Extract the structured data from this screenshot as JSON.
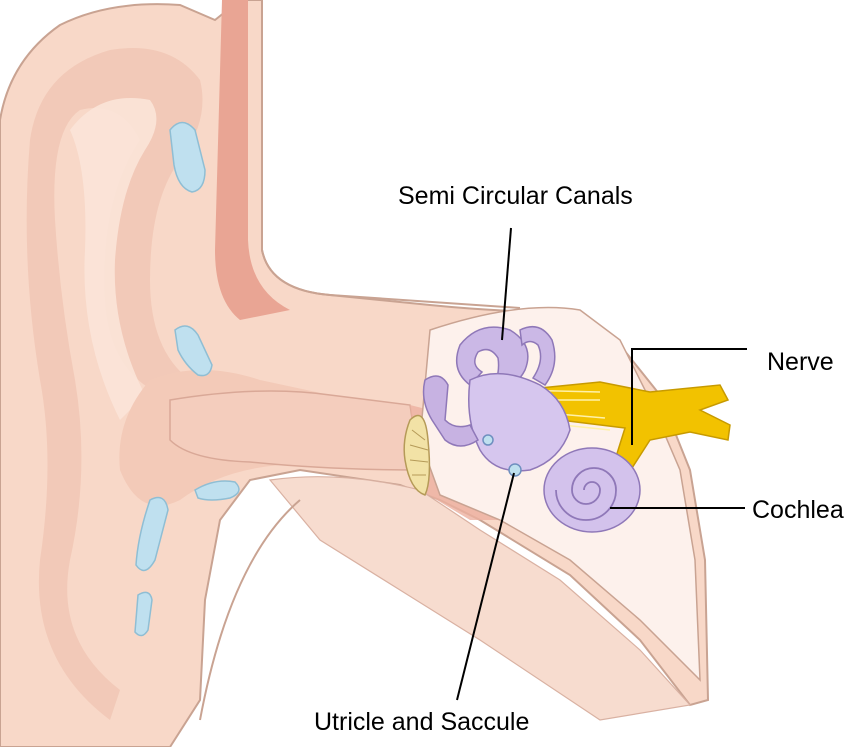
{
  "diagram": {
    "labels": {
      "semi_circular_canals": "Semi Circular Canals",
      "nerve": "Nerve",
      "cochlea": "Cochlea",
      "utricle_and_saccule": "Utricle and Saccule"
    },
    "colors": {
      "skin": "#f8d8c8",
      "skin_outline": "#c9a392",
      "canal_pink": "#e9a594",
      "cartilage": "#bfe0ef",
      "inner_ear": "#cbb8e6",
      "nerve": "#f2c200",
      "eardrum": "#f2e2a6",
      "leader_line": "#000000"
    }
  }
}
